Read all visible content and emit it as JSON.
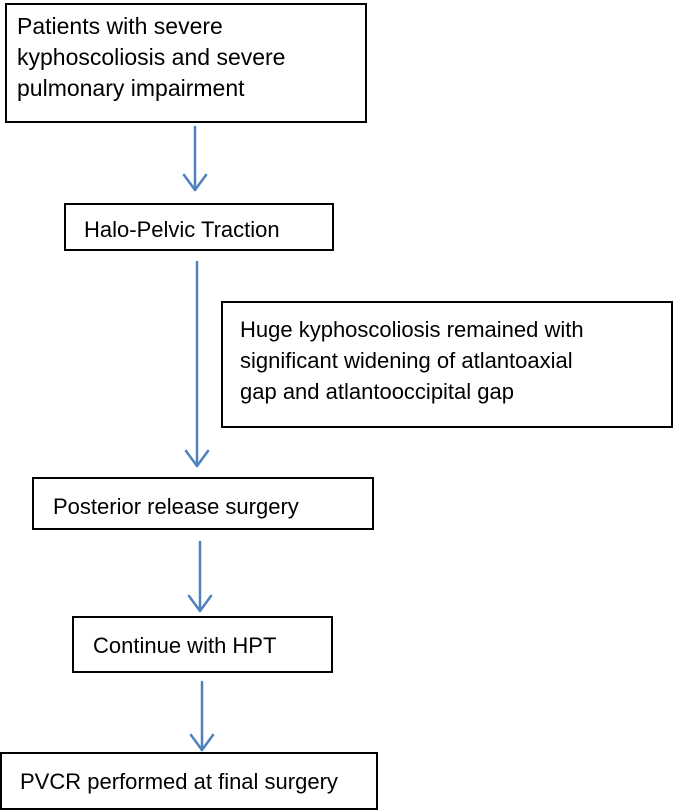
{
  "flowchart": {
    "nodes": {
      "start": "Patients with severe\nkyphoscoliosis and severe\npulmonary impairment",
      "halo_traction": "Halo-Pelvic Traction",
      "side_note": "Huge kyphoscoliosis remained with\nsignificant widening of atlantoaxial\ngap and atlantooccipital gap",
      "posterior_release": "Posterior release surgery",
      "continue_hpt": "Continue with HPT",
      "final_surgery": "PVCR performed at final surgery"
    },
    "arrow_color": "#4F81BD",
    "border_color": "#000000"
  }
}
